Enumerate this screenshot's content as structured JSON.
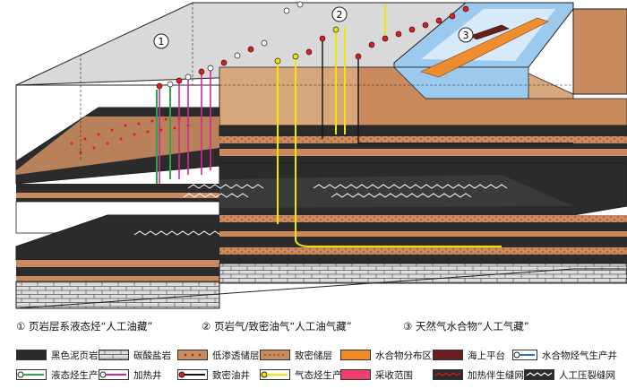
{
  "callouts": {
    "c1": "1",
    "c2": "2",
    "c3": "3"
  },
  "captions": {
    "item1": "① 页岩层系液态烃“人工油藏”",
    "item2": "② 页岩气/致密油气“人工油气藏”",
    "item3": "③ 天然气水合物“人工气藏”"
  },
  "legend": [
    {
      "icon": "black-mudstone",
      "label": "黑色泥页岩"
    },
    {
      "icon": "carbonate-salt",
      "label": "碳酸盐岩"
    },
    {
      "icon": "low-perm-reservoir",
      "label": "低渗透储层"
    },
    {
      "icon": "tight-reservoir",
      "label": "致密储层"
    },
    {
      "icon": "hydrate-zone",
      "label": "水合物分布区"
    },
    {
      "icon": "offshore-platform",
      "label": "海上平台"
    },
    {
      "icon": "hydrate-well",
      "label": "水合物烃气生产井"
    },
    {
      "icon": "liquid-well",
      "label": "液态烃生产井"
    },
    {
      "icon": "heating-well",
      "label": "加热井"
    },
    {
      "icon": "tight-oil-well",
      "label": "致密油井"
    },
    {
      "icon": "gas-well",
      "label": "气态烃生产井"
    },
    {
      "icon": "recovery-range",
      "label": "采收范围"
    },
    {
      "icon": "heating-fracture",
      "label": "加热伴生缝网"
    },
    {
      "icon": "artificial-fracture",
      "label": "人工压裂缝网"
    }
  ],
  "colors": {
    "brown": "#c98b5e",
    "dark": "#2b2b2b",
    "gray": "#d9d9d9",
    "sea": "#9cc9ee",
    "orange": "#f08a24",
    "yellow": "#f2e600",
    "magenta": "#d9259c",
    "red": "#e31b1b",
    "green": "#27a84a"
  }
}
